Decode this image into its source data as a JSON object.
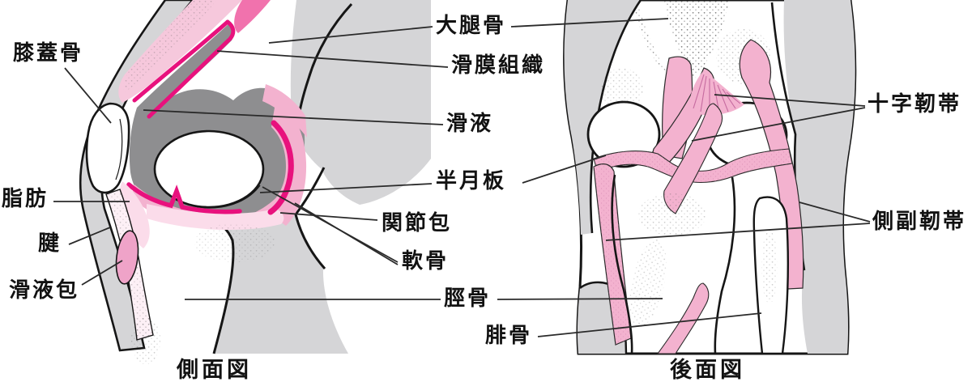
{
  "figure": {
    "description": "knee joint anatomy diagram",
    "views": {
      "side": {
        "caption": "側面図"
      },
      "posterior": {
        "caption": "後面図"
      }
    },
    "labels": {
      "patella": "膝蓋骨",
      "femur": "大腿骨",
      "synovial_membrane": "滑膜組織",
      "synovial_fluid": "滑液",
      "meniscus": "半月板",
      "joint_capsule": "関節包",
      "cartilage": "軟骨",
      "tibia": "脛骨",
      "fibula": "腓骨",
      "fat": "脂肪",
      "tendon": "腱",
      "bursa": "滑液包",
      "cruciate_ligament": "十字靭帯",
      "collateral_ligament": "側副靭帯"
    },
    "colors": {
      "outline": "#161616",
      "leader_line": "#2a2a2a",
      "skin_gray": "#d5d5d7",
      "cavity_gray": "#8e8e90",
      "magenta": "#e8117d",
      "hot_pink": "#f172ad",
      "pink": "#f3b2cf",
      "pale_pink": "#fbdcea",
      "text": "#121212"
    }
  }
}
